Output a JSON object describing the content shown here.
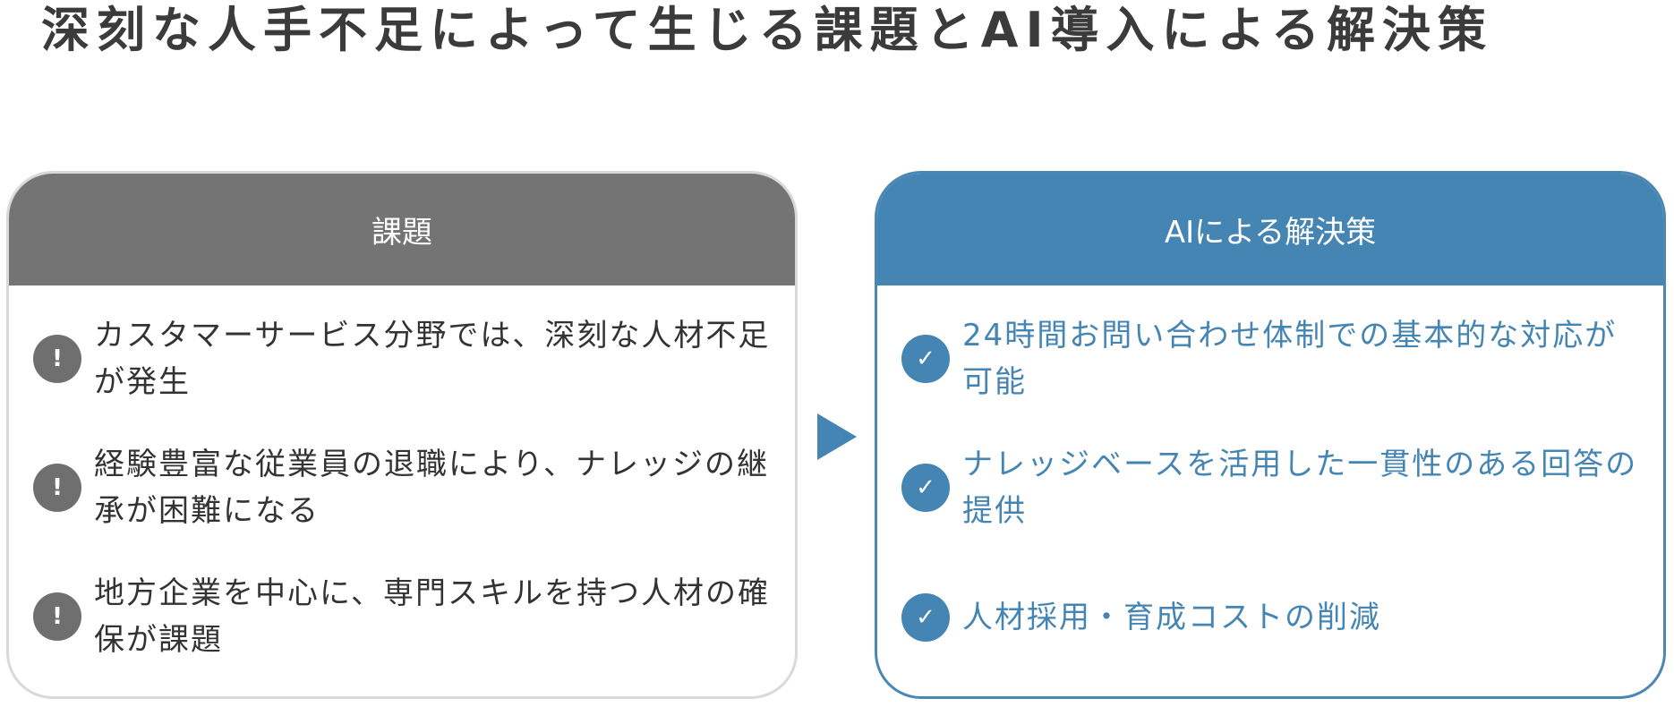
{
  "title": "深刻な人手不足によって生じる課題とAI導入による解決策",
  "problems": {
    "header": "課題",
    "badge_symbol": "!",
    "items": [
      "カスタマーサービス分野では、深刻な人材不足が発生",
      "経験豊富な従業員の退職により、ナレッジの継承が困難になる",
      "地方企業を中心に、専門スキルを持つ人材の確保が課題"
    ]
  },
  "solutions": {
    "header": "AIによる解決策",
    "badge_symbol": "✓",
    "items": [
      "24時間お問い合わせ体制での基本的な対応が可能",
      "ナレッジベースを活用した一貫性のある回答の提供",
      "人材採用・育成コストの削減"
    ]
  },
  "colors": {
    "problem_header": "#747474",
    "solution_accent": "#4585b3",
    "problem_border": "#d9d9d9",
    "title_text": "#3b3b3b"
  },
  "icons": {
    "problem_badge": "exclamation-icon",
    "solution_badge": "check-icon",
    "connector": "triangle-right-icon"
  }
}
